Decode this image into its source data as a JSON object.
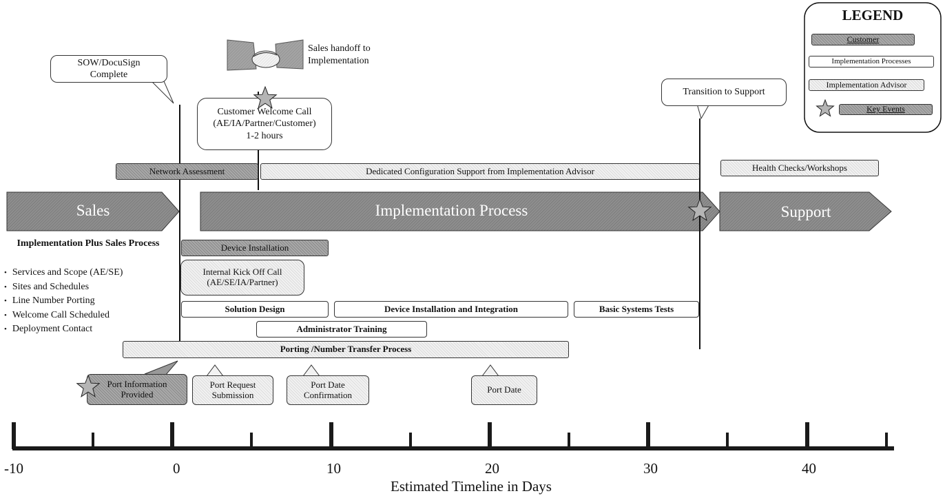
{
  "legend": {
    "title": "LEGEND",
    "items": [
      {
        "label": "Customer",
        "kind": "customer"
      },
      {
        "label": "Implementation Processes",
        "kind": "implementation"
      },
      {
        "label": "Implementation Advisor",
        "kind": "advisor"
      },
      {
        "label": "Key Events",
        "kind": "key-event",
        "icon": "star-icon"
      }
    ]
  },
  "callouts": {
    "sow": "SOW/DocuSign Complete",
    "handoff": "Sales handoff to Implementation",
    "welcome_call": [
      "Customer Welcome Call",
      "(AE/IA/Partner/Customer)",
      "1-2 hours"
    ],
    "transition": "Transition to Support"
  },
  "bars": {
    "network_assessment": "Network Assessment",
    "dedicated_config": "Dedicated Configuration Support from Implementation Advisor",
    "health_checks": "Health Checks/Workshops",
    "device_installation": "Device Installation",
    "kickoff_call": [
      "Internal Kick Off Call",
      "(AE/SE/IA/Partner)"
    ],
    "solution_design": "Solution Design",
    "device_integration": "Device Installation and Integration",
    "basic_tests": "Basic Systems Tests",
    "admin_training": "Administrator Training",
    "porting": "Porting /Number Transfer Process"
  },
  "phases": {
    "sales": "Sales",
    "implementation": "Implementation Process",
    "support": "Support"
  },
  "sales_process": {
    "title": "Implementation Plus Sales Process",
    "items": [
      "Services and Scope (AE/SE)",
      "Sites and Schedules",
      "Line Number Porting",
      "Welcome Call Scheduled",
      "Deployment Contact"
    ]
  },
  "port_events": [
    {
      "label": "Port Information Provided",
      "style": "customer"
    },
    {
      "label": "Port Request Submission",
      "style": "advisor"
    },
    {
      "label": "Port Date Confirmation",
      "style": "advisor"
    },
    {
      "label": "Port Date",
      "style": "advisor"
    }
  ],
  "timeline": {
    "ticks": [
      "-10",
      "0",
      "10",
      "20",
      "30",
      "40"
    ],
    "axis_label": "Estimated Timeline in Days"
  }
}
